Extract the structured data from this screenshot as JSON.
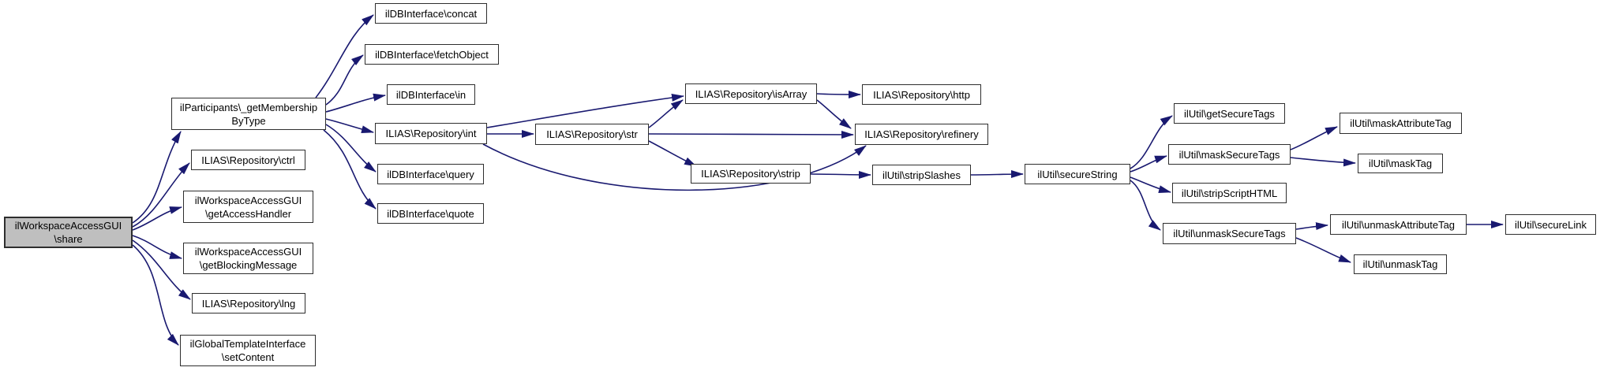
{
  "nodes": {
    "share": {
      "line1": "ilWorkspaceAccessGUI",
      "line2": "\\share"
    },
    "getMembershipByType": {
      "line1": "ilParticipants\\_getMembership",
      "line2": "ByType"
    },
    "ctrl": {
      "line1": "ILIAS\\Repository\\ctrl"
    },
    "getAccessHandler": {
      "line1": "ilWorkspaceAccessGUI",
      "line2": "\\getAccessHandler"
    },
    "getBlockingMessage": {
      "line1": "ilWorkspaceAccessGUI",
      "line2": "\\getBlockingMessage"
    },
    "lng": {
      "line1": "ILIAS\\Repository\\lng"
    },
    "setContent": {
      "line1": "ilGlobalTemplateInterface",
      "line2": "\\setContent"
    },
    "concat": {
      "line1": "ilDBInterface\\concat"
    },
    "fetchObject": {
      "line1": "ilDBInterface\\fetchObject"
    },
    "in": {
      "line1": "ilDBInterface\\in"
    },
    "int": {
      "line1": "ILIAS\\Repository\\int"
    },
    "query": {
      "line1": "ilDBInterface\\query"
    },
    "quote": {
      "line1": "ilDBInterface\\quote"
    },
    "str": {
      "line1": "ILIAS\\Repository\\str"
    },
    "isArray": {
      "line1": "ILIAS\\Repository\\isArray"
    },
    "strip": {
      "line1": "ILIAS\\Repository\\strip"
    },
    "http": {
      "line1": "ILIAS\\Repository\\http"
    },
    "refinery": {
      "line1": "ILIAS\\Repository\\refinery"
    },
    "stripSlashes": {
      "line1": "ilUtil\\stripSlashes"
    },
    "secureString": {
      "line1": "ilUtil\\secureString"
    },
    "getSecureTags": {
      "line1": "ilUtil\\getSecureTags"
    },
    "maskSecureTags": {
      "line1": "ilUtil\\maskSecureTags"
    },
    "stripScriptHTML": {
      "line1": "ilUtil\\stripScriptHTML"
    },
    "unmaskSecureTags": {
      "line1": "ilUtil\\unmaskSecureTags"
    },
    "maskAttributeTag": {
      "line1": "ilUtil\\maskAttributeTag"
    },
    "maskTag": {
      "line1": "ilUtil\\maskTag"
    },
    "unmaskAttributeTag": {
      "line1": "ilUtil\\unmaskAttributeTag"
    },
    "unmaskTag": {
      "line1": "ilUtil\\unmaskTag"
    },
    "secureLink": {
      "line1": "ilUtil\\secureLink"
    }
  },
  "edges": [
    {
      "from": "share",
      "to": "getMembershipByType"
    },
    {
      "from": "share",
      "to": "ctrl"
    },
    {
      "from": "share",
      "to": "getAccessHandler"
    },
    {
      "from": "share",
      "to": "getBlockingMessage"
    },
    {
      "from": "share",
      "to": "lng"
    },
    {
      "from": "share",
      "to": "setContent"
    },
    {
      "from": "getMembershipByType",
      "to": "concat"
    },
    {
      "from": "getMembershipByType",
      "to": "fetchObject"
    },
    {
      "from": "getMembershipByType",
      "to": "in"
    },
    {
      "from": "getMembershipByType",
      "to": "int"
    },
    {
      "from": "getMembershipByType",
      "to": "query"
    },
    {
      "from": "getMembershipByType",
      "to": "quote"
    },
    {
      "from": "int",
      "to": "str"
    },
    {
      "from": "int",
      "to": "isArray"
    },
    {
      "from": "int",
      "to": "refinery"
    },
    {
      "from": "str",
      "to": "isArray"
    },
    {
      "from": "str",
      "to": "refinery"
    },
    {
      "from": "str",
      "to": "strip"
    },
    {
      "from": "isArray",
      "to": "http"
    },
    {
      "from": "isArray",
      "to": "refinery"
    },
    {
      "from": "strip",
      "to": "stripSlashes"
    },
    {
      "from": "stripSlashes",
      "to": "secureString"
    },
    {
      "from": "secureString",
      "to": "getSecureTags"
    },
    {
      "from": "secureString",
      "to": "maskSecureTags"
    },
    {
      "from": "secureString",
      "to": "stripScriptHTML"
    },
    {
      "from": "secureString",
      "to": "unmaskSecureTags"
    },
    {
      "from": "maskSecureTags",
      "to": "maskAttributeTag"
    },
    {
      "from": "maskSecureTags",
      "to": "maskTag"
    },
    {
      "from": "unmaskSecureTags",
      "to": "unmaskAttributeTag"
    },
    {
      "from": "unmaskSecureTags",
      "to": "unmaskTag"
    },
    {
      "from": "unmaskAttributeTag",
      "to": "secureLink"
    }
  ],
  "colors": {
    "edge": "#191970",
    "node_border": "#2e2e2e",
    "node_fill": "#ffffff",
    "root_fill": "#bfbfbf",
    "text": "#000000"
  }
}
